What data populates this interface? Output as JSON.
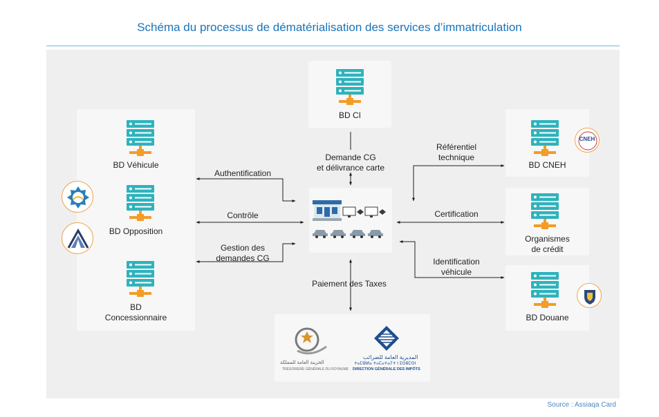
{
  "title": "Schéma du processus de dématérialisation des services d’immatriculation",
  "colors": {
    "title": "#1a73b8",
    "server": "#2eb3bd",
    "server_light": "#63c9d1",
    "connector": "#f39c26",
    "badge_border": "#f0a64a",
    "panel": "#efefef",
    "card": "#f7f7f7",
    "source": "#4a87c2"
  },
  "databases": {
    "bd_ci": "BD CI",
    "bd_vehicule": "BD Véhicule",
    "bd_opposition": "BD Opposition",
    "bd_concessionnaire": [
      "BD",
      "Concessionnaire"
    ],
    "bd_cneh": "BD CNEH",
    "organismes_credit": [
      "Organismes",
      "de crédit"
    ],
    "bd_douane": "BD Douane"
  },
  "flows": {
    "authentification": "Authentification",
    "controle": "Contrôle",
    "gestion": [
      "Gestion des",
      "demandes CG"
    ],
    "demande_cg": [
      "Demande CG",
      "et délivrance carte"
    ],
    "referentiel": [
      "Référentiel",
      "technique"
    ],
    "certification": "Certification",
    "identification": [
      "Identification",
      "véhicule"
    ],
    "paiement": "Paiement des Taxes"
  },
  "badges": {
    "cneh": "CNEH",
    "left_top_icon": "star-emblem-icon",
    "left_bottom_icon": "road-emblem-icon",
    "douane_icon": "customs-shield-icon"
  },
  "organizations": {
    "tresorerie_ar": "الخزينة العامة للمملكة",
    "tresorerie_fr": "TRÉSORERIE GÉNÉRALE DU ROYAUME",
    "dgi_ar": "المديرية العامة للضرائب",
    "dgi_tif": "ⵜⴰⵎⵀⵍⴰ ⵜⴰⵎⴰⵜⴰⵢⵜ ⵏ ⵉⵙⵓⵎⵙⵏ",
    "dgi_fr": "DIRECTION GÉNÉRALE DES IMPÔTS"
  },
  "source": "Source : Assiaqa Card"
}
